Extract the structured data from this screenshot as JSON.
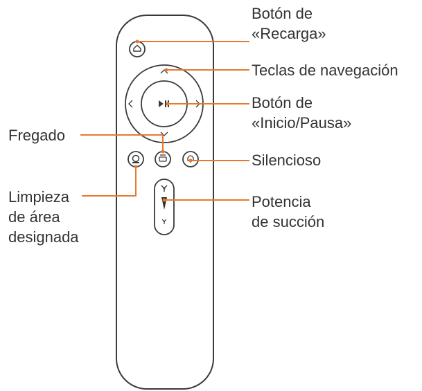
{
  "colors": {
    "leader": "#E8782E",
    "outline": "#3a3a3a",
    "text": "#333333"
  },
  "labels": {
    "recharge": [
      "Botón de",
      "«Recarga»"
    ],
    "navigation": "Teclas de navegación",
    "start_pause": [
      "Botón de",
      "«Inicio/Pausa»"
    ],
    "mopping": "Fregado",
    "mute": "Silencioso",
    "spot_clean": [
      "Limpieza",
      "de área",
      "designada"
    ],
    "suction": [
      "Potencia",
      "de succión"
    ]
  },
  "icons": {
    "home": "home-icon",
    "play_pause": "play-pause-icon",
    "mop": "mop-icon",
    "mute": "mute-icon",
    "spot": "spot-clean-icon",
    "fan_high": "fan-high-icon",
    "fan_low": "fan-low-icon"
  }
}
